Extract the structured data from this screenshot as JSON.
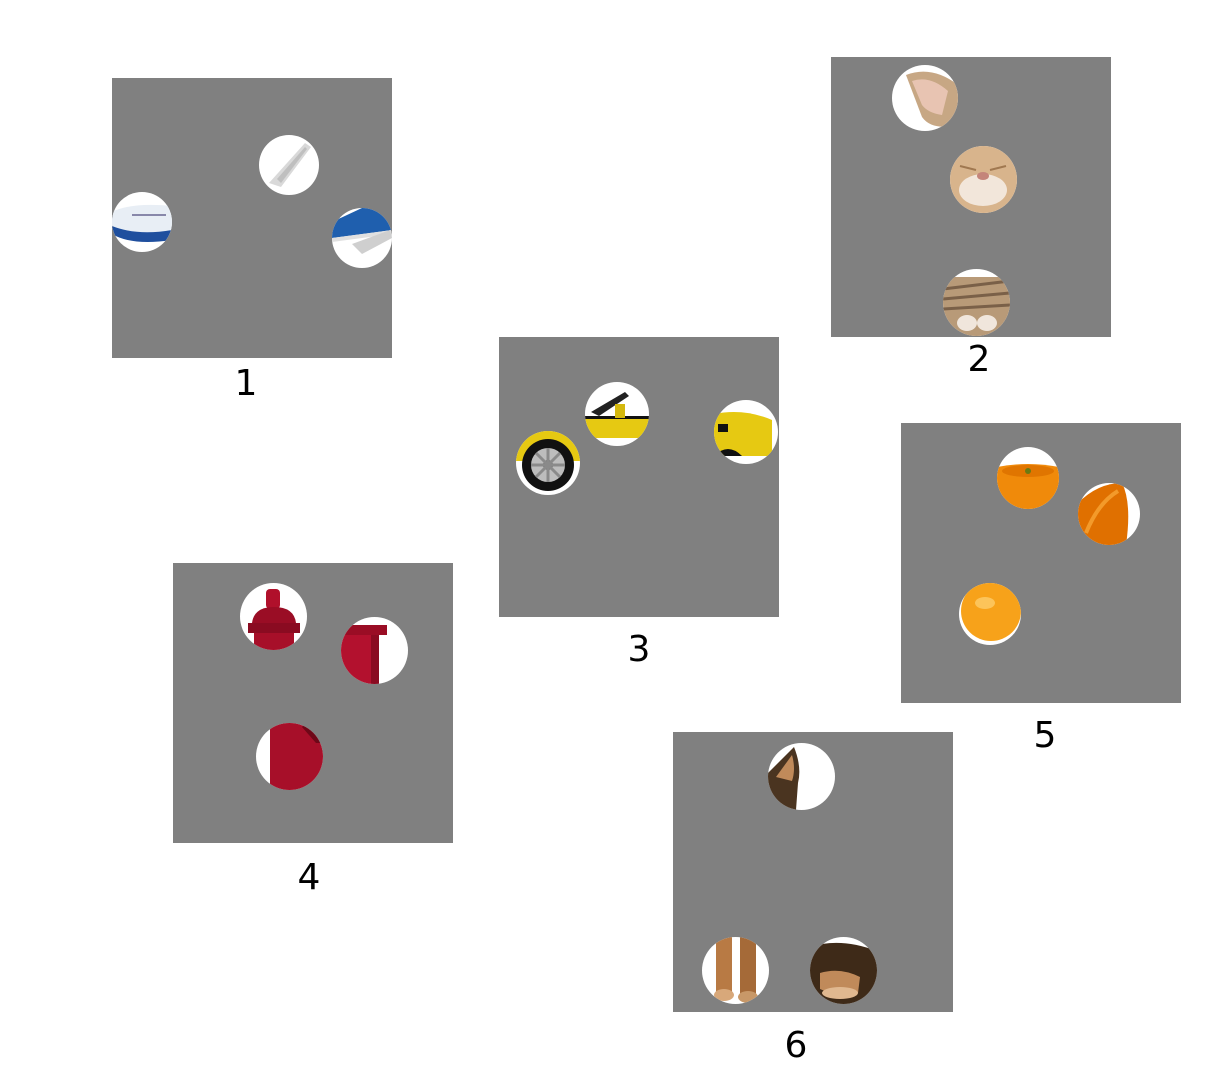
{
  "panels": [
    {
      "label": "1",
      "subject": "airplane",
      "crops": [
        "nose-icon",
        "wing-icon",
        "tail-icon"
      ]
    },
    {
      "label": "2",
      "subject": "cat",
      "crops": [
        "ear-icon",
        "muzzle-icon",
        "paw-icon"
      ]
    },
    {
      "label": "3",
      "subject": "car",
      "crops": [
        "wheel-icon",
        "door-icon",
        "rear-icon"
      ]
    },
    {
      "label": "4",
      "subject": "bottle",
      "crops": [
        "cap-icon",
        "body-icon",
        "base-icon"
      ]
    },
    {
      "label": "5",
      "subject": "orange",
      "crops": [
        "top-icon",
        "side-icon",
        "bottom-icon"
      ]
    },
    {
      "label": "6",
      "subject": "dog",
      "crops": [
        "ear-icon",
        "front-paws-icon",
        "back-paw-icon"
      ]
    }
  ],
  "colors": {
    "panel": "#808080",
    "background": "#ffffff"
  }
}
